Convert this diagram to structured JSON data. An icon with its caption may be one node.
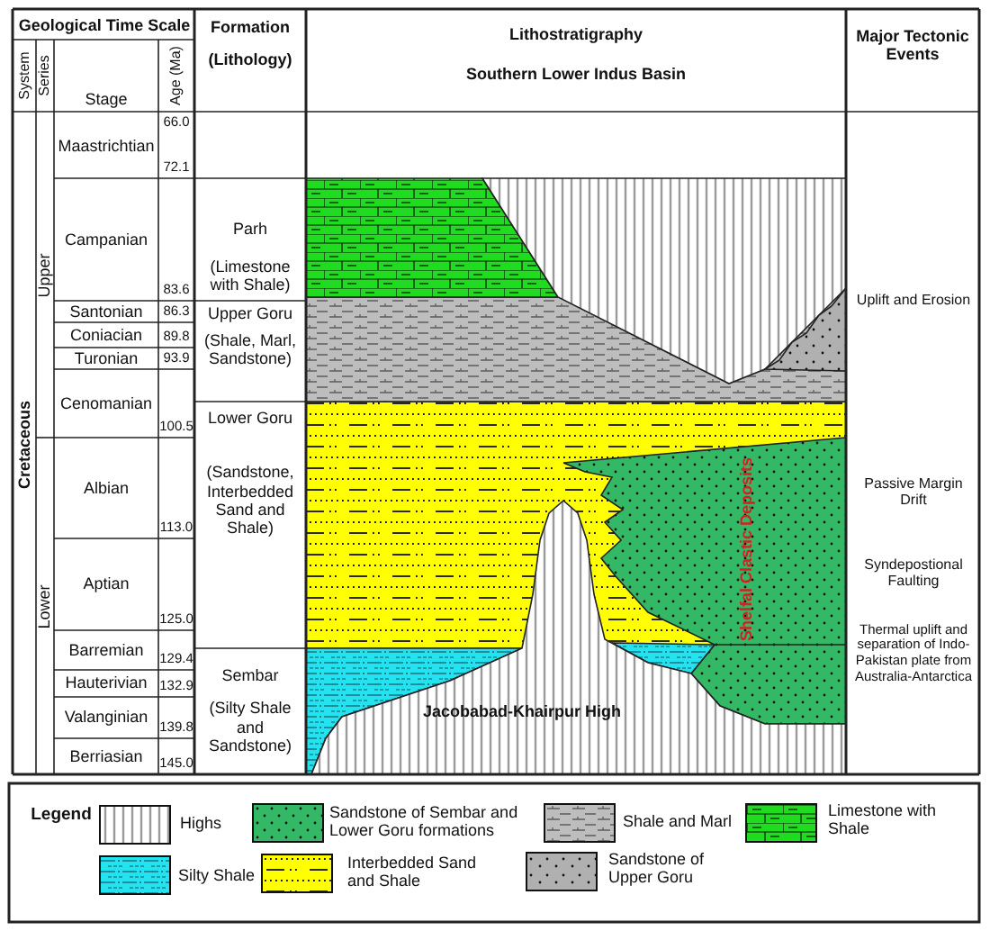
{
  "diagram": {
    "labels": [
      "Geological Time Scale",
      "System",
      "Series",
      "Stage",
      "Age (Ma)",
      "Formation",
      "(Lithology)",
      "Lithostratigraphy",
      "Southern Lower Indus Basin",
      "Major Tectonic Events",
      "Cretaceous",
      "Upper",
      "Lower",
      "Maastrichtian",
      "Campanian",
      "Santonian",
      "Coniacian",
      "Turonian",
      "Cenomanian",
      "Albian",
      "Aptian",
      "Barremian",
      "Hauterivian",
      "Valanginian",
      "Berriasian",
      "66.0",
      "72.1",
      "83.6",
      "86.3",
      "89.8",
      "93.9",
      "100.5",
      "113.0",
      "125.0",
      "129.4",
      "132.9",
      "139.8",
      "145.0",
      "Parh",
      "(Limestone with Shale)",
      "Upper Goru",
      "(Shale, Marl, Sandstone)",
      "Lower Goru",
      "(Sandstone, Interbedded Sand and Shale)",
      "Sembar",
      "(Silty Shale and Sandstone)",
      "Jacobabad-Khairpur High",
      "Shelfal Clastic Deposits",
      "Uplift and Erosion",
      "Passive Margin Drift",
      "Syndepostional Faulting",
      "Thermal uplift and separation of Indo-Pakistan plate from Australia-Antarctica",
      "Legend"
    ],
    "legend": [
      {
        "text": "Highs",
        "color": "#ffffff"
      },
      {
        "text": "Sandstone of Sembar and Lower Goru formations",
        "color": "#33b865"
      },
      {
        "text": "Shale and Marl",
        "color": "#bdbdbd"
      },
      {
        "text": "Limestone with Shale",
        "color": "#1fdc1f"
      },
      {
        "text": "Silty Shale",
        "color": "#22e3ef"
      },
      {
        "text": "Interbedded Sand and Shale",
        "color": "#ffff00"
      },
      {
        "text": "Sandstone of Upper Goru",
        "color": "#b0b0b0"
      }
    ]
  }
}
